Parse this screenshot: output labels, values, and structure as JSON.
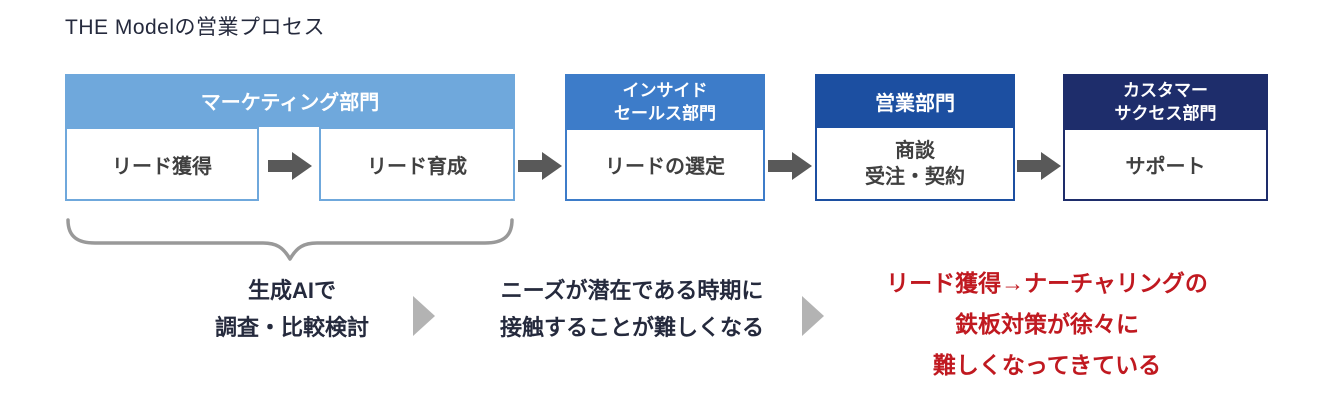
{
  "title": "THE Modelの営業プロセス",
  "flow": {
    "marketing": {
      "header_lines": [
        "マーケティング部門"
      ],
      "steps": [
        "リード獲得",
        "リード育成"
      ]
    },
    "inside_sales": {
      "header_lines": [
        "インサイド",
        "セールス部門"
      ],
      "step_lines": [
        "リードの選定"
      ]
    },
    "sales": {
      "header_lines": [
        "営業部門"
      ],
      "step_lines": [
        "商談",
        "受注・契約"
      ]
    },
    "customer_success": {
      "header_lines": [
        "カスタマー",
        "サクセス部門"
      ],
      "step_lines": [
        "サポート"
      ]
    }
  },
  "notes": {
    "genai": {
      "lines": [
        "生成AIで",
        "調査・比較検討"
      ]
    },
    "needs": {
      "lines": [
        "ニーズが潜在である時期に",
        "接触することが難しくなる"
      ]
    },
    "warning": {
      "lines": [
        "リード獲得→ナーチャリングの",
        "鉄板対策が徐々に",
        "難しくなってきている"
      ]
    }
  },
  "colors": {
    "marketing_blue": "#6FA8DC",
    "inside_sales_blue": "#3D7CC9",
    "sales_blue": "#1C4FA1",
    "customer_success_navy": "#1E2D6B",
    "flow_arrow_gray": "#595959",
    "note_arrow_gray": "#B3B3B3",
    "brace_gray": "#999999",
    "warning_red": "#C01920",
    "title_navy": "#252A3D"
  }
}
